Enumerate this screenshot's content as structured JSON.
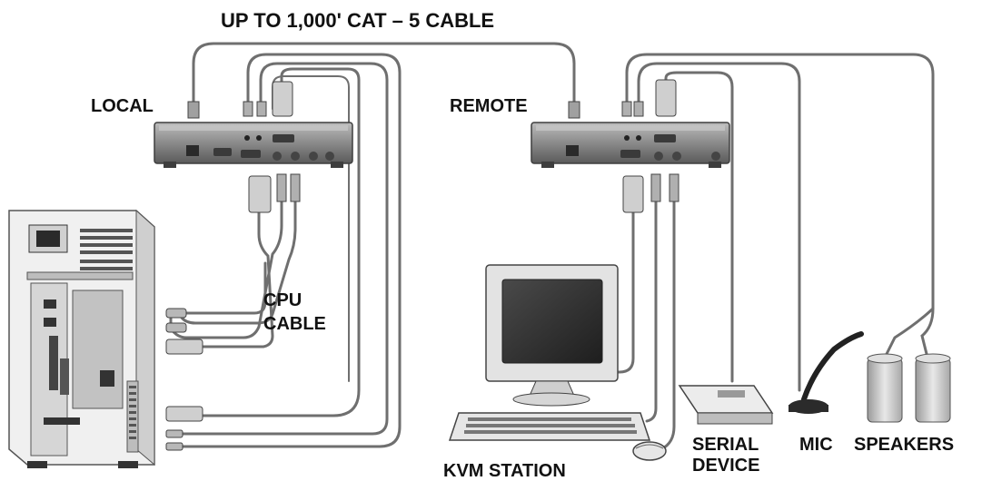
{
  "labels": {
    "cable_title": "UP TO 1,000' CAT – 5 CABLE",
    "local": "LOCAL",
    "remote": "REMOTE",
    "cpu_cable_line1": "CPU",
    "cpu_cable_line2": "CABLE",
    "kvm_station": "KVM STATION",
    "serial_line1": "SERIAL",
    "serial_line2": "DEVICE",
    "mic": "MIC",
    "speakers": "SPEAKERS"
  },
  "colors": {
    "cable": "#6f6f6f",
    "unit_body": "#8a8a8a",
    "unit_dark": "#3e3e3e",
    "pc_body": "#e6e6e6",
    "monitor_body": "#dcdcdc",
    "screen": "#2f2f2f"
  }
}
